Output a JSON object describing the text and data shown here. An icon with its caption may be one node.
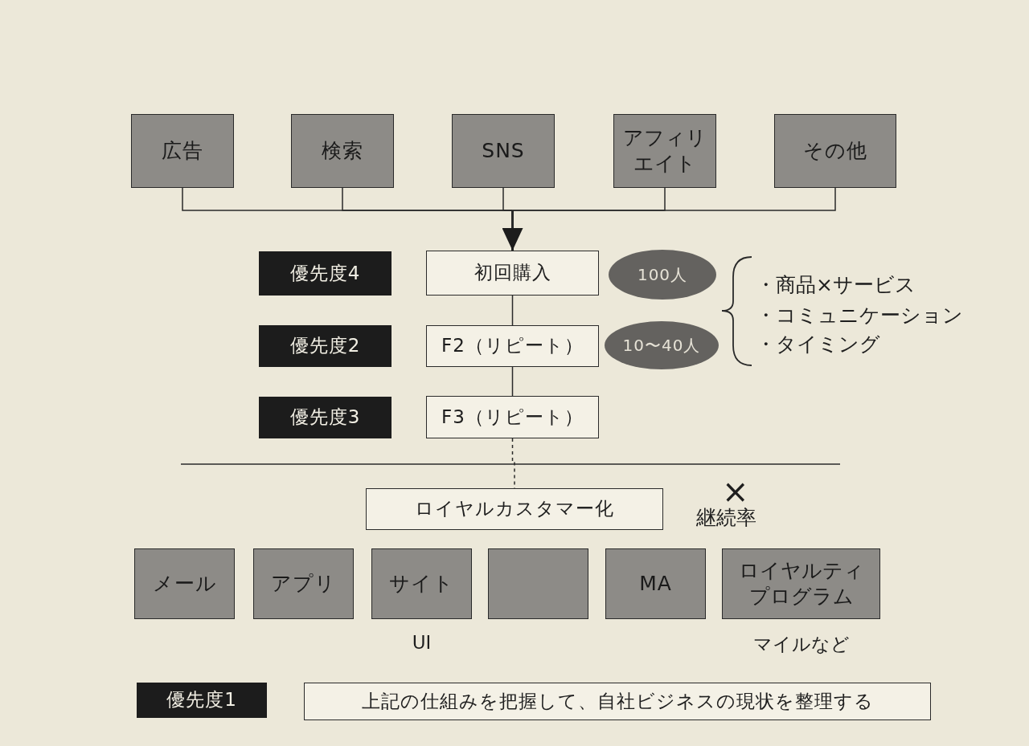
{
  "diagram": {
    "nodes": [
      {
        "text": [
          "広告"
        ]
      },
      {
        "text": [
          "検索"
        ]
      },
      {
        "text": [
          "SNS"
        ]
      },
      {
        "text": [
          "アフィリエイト"
        ]
      },
      {
        "text": [
          "その他"
        ]
      },
      {
        "text": [
          "優先度4"
        ]
      },
      {
        "text": [
          "初回購入"
        ]
      },
      {
        "text": [
          "100人"
        ]
      },
      {
        "text": [
          "優先度2"
        ]
      },
      {
        "text": [
          "F2（リピート）"
        ]
      },
      {
        "text": [
          "10〜40人"
        ]
      },
      {
        "text": [
          "優先度3"
        ]
      },
      {
        "text": [
          "F3（リピート）"
        ]
      },
      {
        "text": [
          "ロイヤルカスタマー化"
        ]
      },
      {
        "text": [
          "メール"
        ]
      },
      {
        "text": [
          "アプリ"
        ]
      },
      {
        "text": [
          "サイト"
        ],
        "beside": [
          "UI"
        ]
      },
      {
        "text": [],
        "shape": "box"
      },
      {
        "text": [
          "MA"
        ]
      },
      {
        "text": [
          "ロイヤルティプログラム"
        ],
        "beside": [
          "マイルなど"
        ]
      },
      {
        "text": [
          "優先度1"
        ]
      },
      {
        "text": [
          "上記の仕組みを把握して、自社ビジネスの現状を整理する"
        ]
      }
    ],
    "edges": [
      {
        "from": 0,
        "to": 6,
        "arrow": "to"
      },
      {
        "from": 1,
        "to": 6,
        "arrow": "to"
      },
      {
        "from": 2,
        "to": 6,
        "arrow": "to"
      },
      {
        "from": 3,
        "to": 6,
        "arrow": "to"
      },
      {
        "from": 4,
        "to": 6,
        "arrow": "to"
      },
      {
        "from": 6,
        "to": 9,
        "arrow": "none"
      },
      {
        "from": 9,
        "to": 12,
        "arrow": "none"
      },
      {
        "from": 12,
        "to": 13,
        "arrow": "none",
        "style": "dashed"
      }
    ],
    "labels": [
      "・商品×サービス",
      "・コミュニケーション",
      "・タイミング",
      "×",
      "継続率"
    ]
  }
}
